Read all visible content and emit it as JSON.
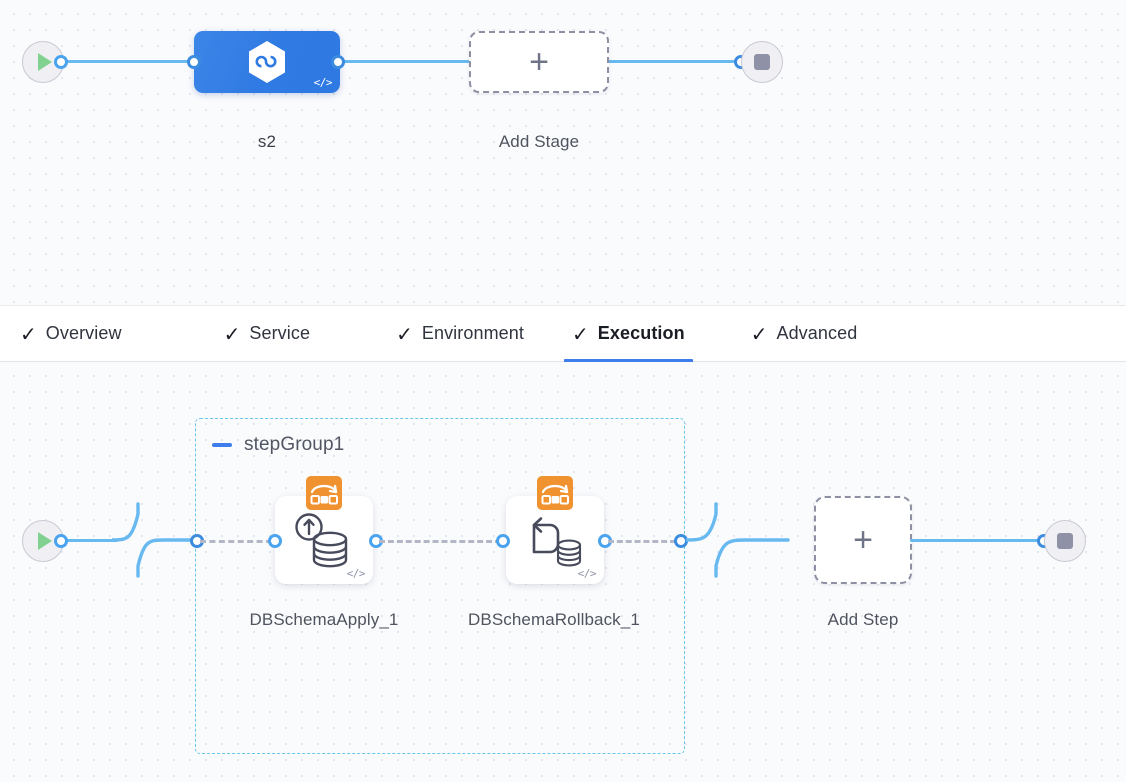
{
  "app": {
    "canvas_background": "#fafbfd",
    "accent_blue": "#3e7eec",
    "link_blue": "#67b9f0",
    "group_border": "#69c6e8",
    "badge_orange": "#f0922f"
  },
  "stage_canvas": {
    "start_node": {
      "name": "pipeline-start",
      "icon": "play-icon"
    },
    "stage": {
      "label": "s2",
      "icon": "harness-cd-hexagon-icon",
      "code_badge": "</>",
      "color": "#2f7ae3"
    },
    "add_stage": {
      "label": "Add Stage",
      "icon": "plus-icon"
    },
    "end_node": {
      "name": "pipeline-end",
      "icon": "stop-icon"
    }
  },
  "tabs": {
    "check_glyph": "✓",
    "items": [
      {
        "label": "Overview",
        "active": false,
        "completed": true
      },
      {
        "label": "Service",
        "active": false,
        "completed": true
      },
      {
        "label": "Environment",
        "active": false,
        "completed": true
      },
      {
        "label": "Execution",
        "active": true,
        "completed": true
      },
      {
        "label": "Advanced",
        "active": false,
        "completed": true
      }
    ]
  },
  "execution_canvas": {
    "start_node": {
      "name": "execution-start",
      "icon": "play-icon"
    },
    "step_group": {
      "title": "stepGroup1",
      "collapse_icon": "minus-icon",
      "steps": [
        {
          "label": "DBSchemaApply_1",
          "icon": "db-schema-apply-icon",
          "badge_icon": "harness-step-badge-icon",
          "code_badge": "</>"
        },
        {
          "label": "DBSchemaRollback_1",
          "icon": "db-schema-rollback-icon",
          "badge_icon": "harness-step-badge-icon",
          "code_badge": "</>"
        }
      ]
    },
    "add_step": {
      "label": "Add Step",
      "icon": "plus-icon"
    },
    "end_node": {
      "name": "execution-end",
      "icon": "stop-icon"
    }
  }
}
